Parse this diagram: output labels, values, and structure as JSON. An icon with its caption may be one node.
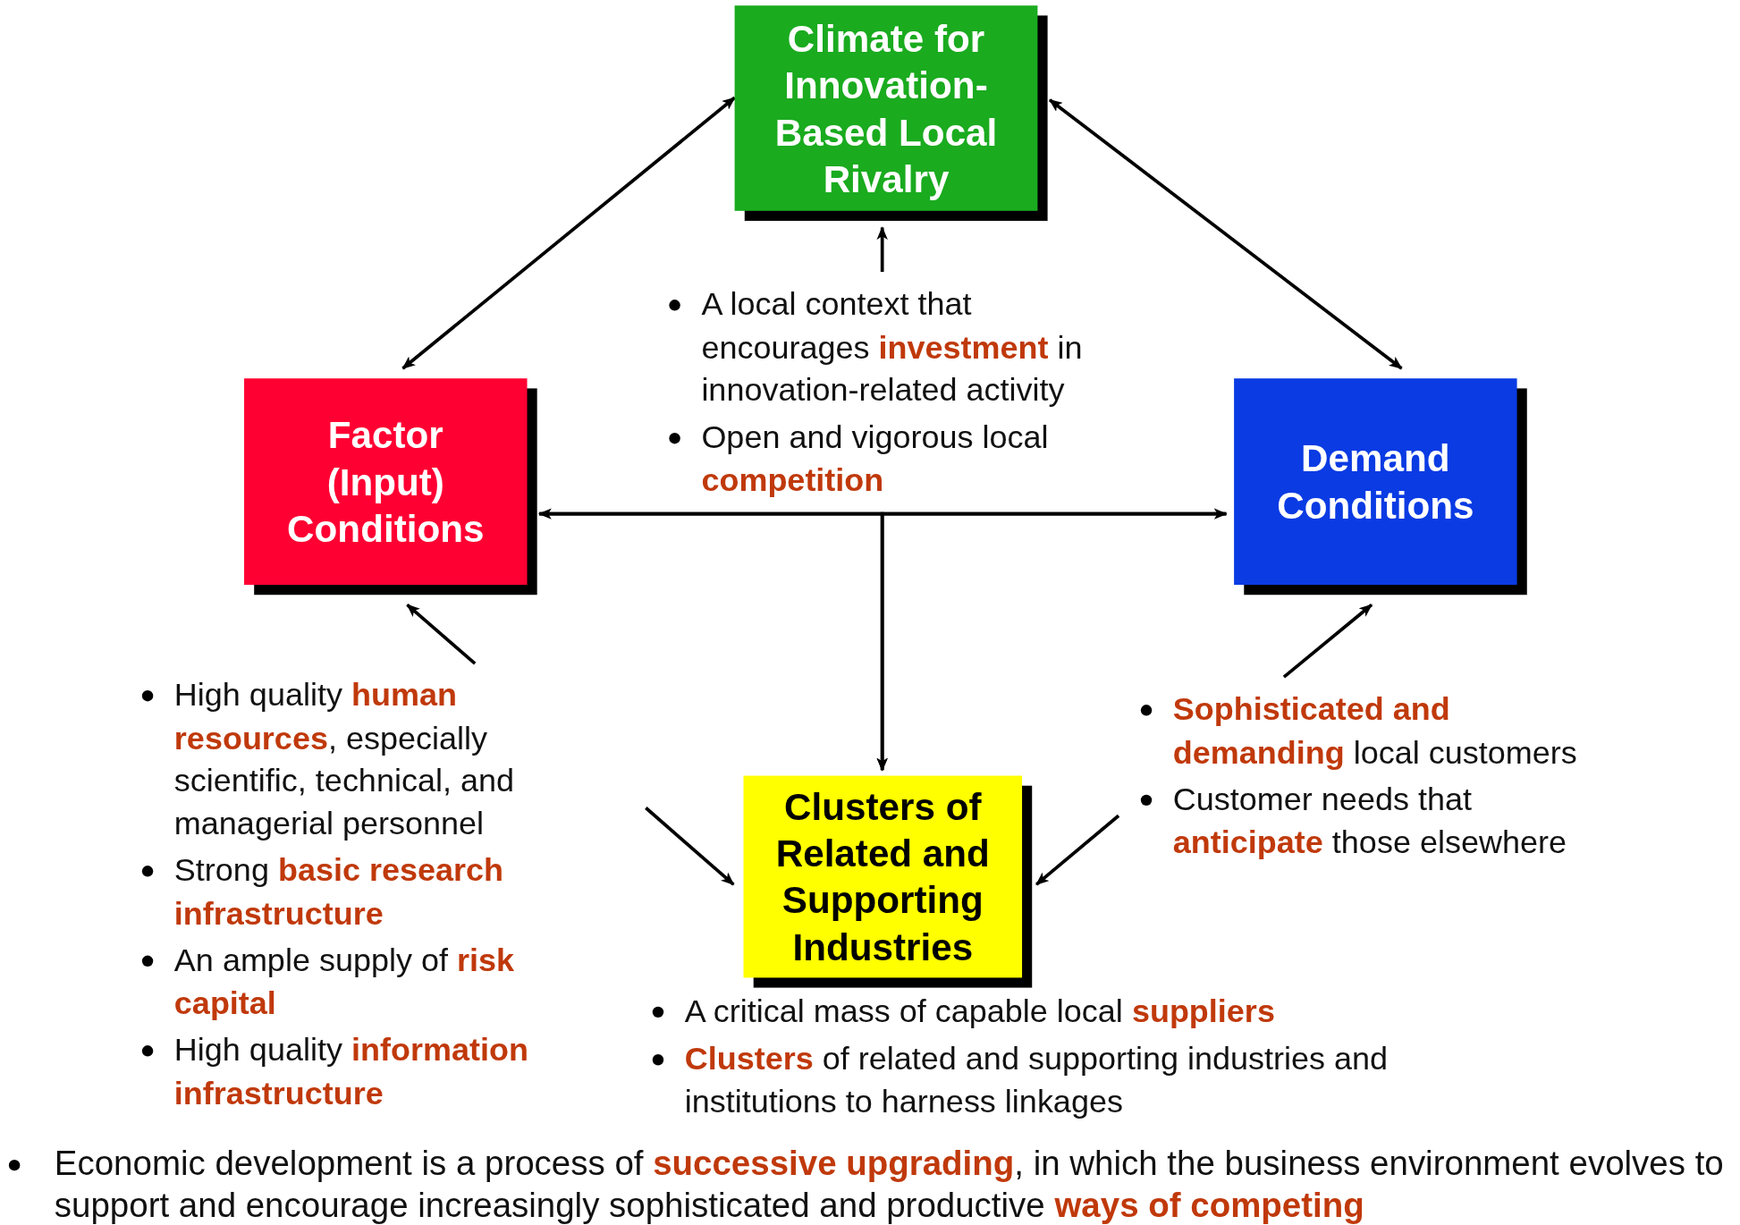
{
  "diagram": {
    "nodes": [
      {
        "text": [
          "Climate for Innovation-Based Local Rivalry"
        ]
      },
      {
        "text": [
          "Factor (Input) Conditions"
        ]
      },
      {
        "text": [
          "Demand Conditions"
        ]
      },
      {
        "text": [
          "Clusters of Related and Supporting Industries"
        ],
        "beside": [
          "A critical mass of capable local **suppliers**",
          "**Clusters** of related and supporting industries and institutions to harness linkages"
        ]
      },
      {
        "text": [
          "A local context that encourages **investment** in innovation-related activity",
          "Open and vigorous local **competition**"
        ]
      },
      {
        "text": [
          "High quality **human resources**, especially scientific, technical, and managerial personnel",
          "Strong **basic research infrastructure**",
          "An ample supply of **risk capital**",
          "High quality **information infrastructure**"
        ]
      },
      {
        "text": [
          "**Sophisticated and demanding** local customers",
          "Customer needs that **anticipate** those elsewhere"
        ]
      }
    ],
    "edges": [
      {
        "from": 0,
        "to": 1,
        "arrow": "both"
      },
      {
        "from": 0,
        "to": 2,
        "arrow": "both"
      },
      {
        "from": 1,
        "to": 2,
        "arrow": "both"
      },
      {
        "from": 1,
        "to": 3,
        "arrow": "to"
      },
      {
        "from": 2,
        "to": 3,
        "arrow": "to"
      },
      {
        "from": 4,
        "to": 0,
        "arrow": "to"
      },
      {
        "from": 5,
        "to": 1,
        "arrow": "to"
      },
      {
        "from": 5,
        "to": 3,
        "arrow": "to"
      },
      {
        "from": 6,
        "to": 2,
        "arrow": "to"
      },
      {
        "from": 6,
        "to": 3,
        "arrow": "to"
      }
    ],
    "labels": [
      "Economic development is a process of **successive upgrading**, in which the business environment evolves to support and encourage increasingly sophisticated and productive **ways of competing**"
    ]
  }
}
